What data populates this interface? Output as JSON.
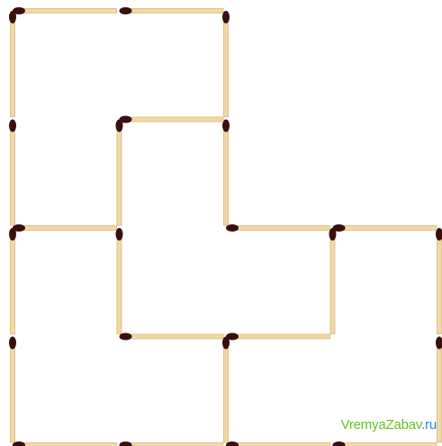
{
  "puzzle": {
    "colors": {
      "stick": "#f2d8a4",
      "stick_edge": "#d9b97c",
      "head": "#3a0f0f",
      "background": "#ffffff"
    },
    "match_count": 24,
    "grid": {
      "columns": 4,
      "rows": 4
    },
    "matches": [
      {
        "from": [
          0,
          0
        ],
        "to": [
          1,
          0
        ]
      },
      {
        "from": [
          1,
          0
        ],
        "to": [
          2,
          0
        ]
      },
      {
        "from": [
          0,
          0
        ],
        "to": [
          0,
          1
        ]
      },
      {
        "from": [
          2,
          0
        ],
        "to": [
          2,
          1
        ]
      },
      {
        "from": [
          0,
          1
        ],
        "to": [
          0,
          2
        ]
      },
      {
        "from": [
          2,
          1
        ],
        "to": [
          2,
          2
        ]
      },
      {
        "from": [
          1,
          1
        ],
        "to": [
          2,
          1
        ]
      },
      {
        "from": [
          1,
          1
        ],
        "to": [
          1,
          2
        ]
      },
      {
        "from": [
          0,
          2
        ],
        "to": [
          1,
          2
        ]
      },
      {
        "from": [
          2,
          2
        ],
        "to": [
          3,
          2
        ]
      },
      {
        "from": [
          3,
          2
        ],
        "to": [
          4,
          2
        ]
      },
      {
        "from": [
          1,
          2
        ],
        "to": [
          1,
          3
        ]
      },
      {
        "from": [
          3,
          2
        ],
        "to": [
          3,
          3
        ]
      },
      {
        "from": [
          4,
          2
        ],
        "to": [
          4,
          3
        ]
      },
      {
        "from": [
          0,
          2
        ],
        "to": [
          0,
          3
        ]
      },
      {
        "from": [
          1,
          3
        ],
        "to": [
          2,
          3
        ]
      },
      {
        "from": [
          2,
          3
        ],
        "to": [
          3,
          3
        ]
      },
      {
        "from": [
          0,
          3
        ],
        "to": [
          0,
          4
        ]
      },
      {
        "from": [
          2,
          3
        ],
        "to": [
          2,
          4
        ]
      },
      {
        "from": [
          4,
          3
        ],
        "to": [
          4,
          4
        ]
      },
      {
        "from": [
          0,
          4
        ],
        "to": [
          1,
          4
        ]
      },
      {
        "from": [
          1,
          4
        ],
        "to": [
          2,
          4
        ]
      },
      {
        "from": [
          2,
          4
        ],
        "to": [
          3,
          4
        ]
      },
      {
        "from": [
          3,
          4
        ],
        "to": [
          4,
          4
        ]
      }
    ]
  },
  "watermark": {
    "part1": "VremyaZabav",
    "part2": ".ru"
  }
}
